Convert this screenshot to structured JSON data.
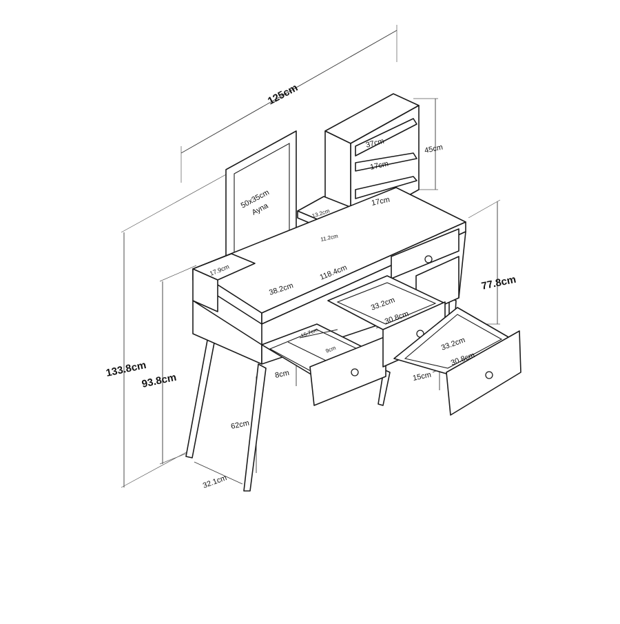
{
  "dimensions": {
    "total_width": "125cm",
    "total_height": "133.8cm",
    "desk_height": "93.8cm",
    "depth": "77.8cm",
    "shelf_height": "45cm",
    "shelf_width": "37cm",
    "shelf_gap_upper": "17cm",
    "shelf_gap_lower": "17cm",
    "mirror": "50x35cm",
    "mirror_name": "Ayna",
    "small_shelf_width": "13.2cm",
    "small_shelf_height": "11.2cm",
    "side_compartment": "17.9cm",
    "desk_inner_depth": "38.2cm",
    "desk_inner_width": "118.4cm",
    "drawer_left_depth": "15.7cm",
    "drawer_left_width": "9cm",
    "drawer_left_height": "8cm",
    "drawer_mid_outer": "33.2cm",
    "drawer_mid_inner": "30.8cm",
    "drawer_right_outer": "33.2cm",
    "drawer_right_inner": "30.8cm",
    "drawer_right_height": "15cm",
    "leg_height": "62cm",
    "leg_spread": "32.1cm"
  },
  "colors": {
    "line": "#1a1a1a",
    "background": "#ffffff"
  }
}
